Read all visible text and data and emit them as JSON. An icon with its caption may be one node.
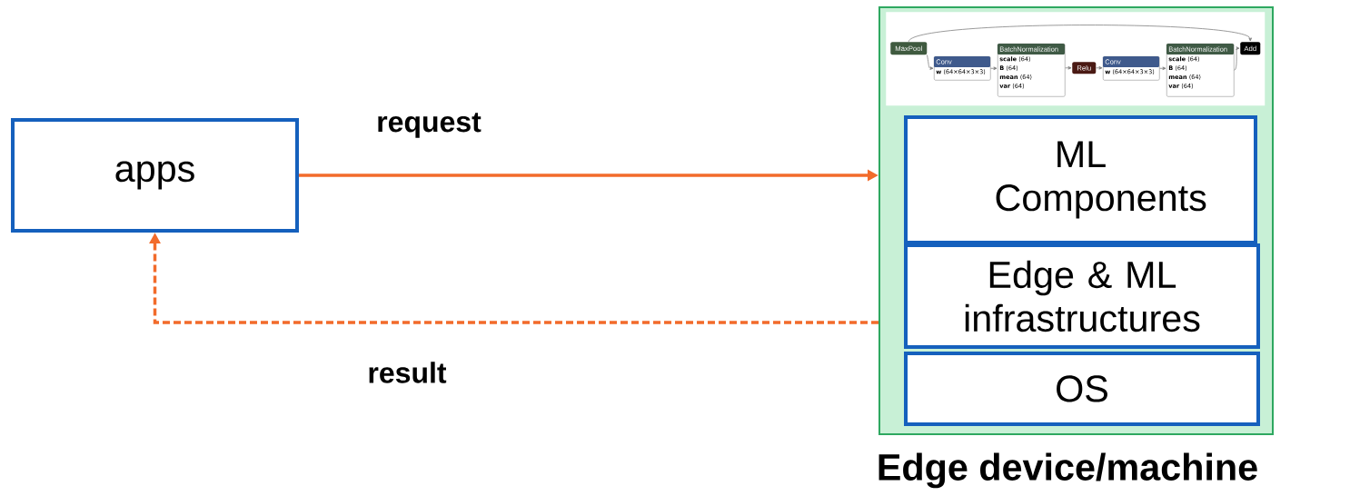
{
  "diagram": {
    "nodes": [
      {
        "text": [
          "apps"
        ]
      },
      {
        "text": [],
        "shape": "box",
        "beside": [
          "Edge device/machine"
        ]
      },
      {
        "text": [],
        "shape": "box",
        "in": 1
      },
      {
        "text": [
          "MaxPool"
        ],
        "in": 2
      },
      {
        "text": [
          "Conv",
          "**w** ⟨64×64×3×3⟩"
        ],
        "in": 2
      },
      {
        "text": [
          "BatchNormalization",
          "**scale** ⟨64⟩",
          "**B** ⟨64⟩",
          "**mean** ⟨64⟩",
          "**var** ⟨64⟩"
        ],
        "in": 2
      },
      {
        "text": [
          "Relu"
        ],
        "in": 2
      },
      {
        "text": [
          "Conv",
          "**w** ⟨64×64×3×3⟩"
        ],
        "in": 2
      },
      {
        "text": [
          "BatchNormalization",
          "**scale** ⟨64⟩",
          "**B** ⟨64⟩",
          "**mean** ⟨64⟩",
          "**var** ⟨64⟩"
        ],
        "in": 2
      },
      {
        "text": [
          "Add"
        ],
        "in": 2
      },
      {
        "text": [
          "ML Components"
        ],
        "in": 1
      },
      {
        "text": [
          "Edge & ML infrastructures"
        ],
        "in": 1
      },
      {
        "text": [
          "OS"
        ],
        "in": 1
      }
    ],
    "edges": [
      {
        "from": 0,
        "to": 1,
        "arrow": "to",
        "label": "request",
        "style": "thick",
        "color": "#f26b2b"
      },
      {
        "from": 1,
        "to": 0,
        "arrow": "to",
        "label": "result",
        "style": "dashed",
        "color": "#f26b2b"
      },
      {
        "from": 3,
        "to": 4,
        "arrow": "to"
      },
      {
        "from": 4,
        "to": 5,
        "arrow": "to"
      },
      {
        "from": 5,
        "to": 6,
        "arrow": "to"
      },
      {
        "from": 6,
        "to": 7,
        "arrow": "to"
      },
      {
        "from": 7,
        "to": 8,
        "arrow": "to"
      },
      {
        "from": 8,
        "to": 9,
        "arrow": "to"
      },
      {
        "from": 3,
        "to": 9,
        "arrow": "to"
      }
    ]
  }
}
